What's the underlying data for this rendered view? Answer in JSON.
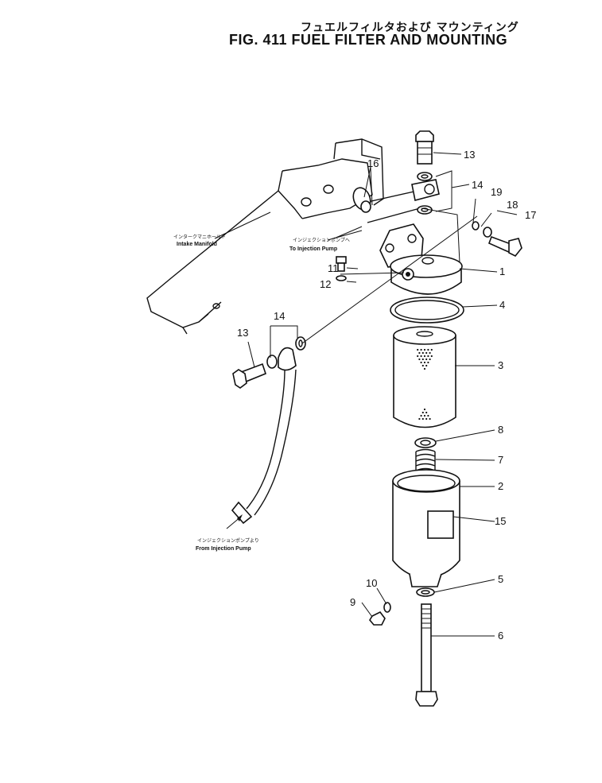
{
  "title": {
    "japanese": "フュエルフィルタおよび マウンティング",
    "english": "FIG. 411  FUEL FILTER AND MOUNTING"
  },
  "notes": {
    "intake_jp": "インタークマニホールド",
    "intake_en": "Intake Manifold",
    "to_pump_jp": "インジェクションポンプへ",
    "to_pump_en": "To Injection Pump",
    "from_pump_jp": "インジェクションポンプより",
    "from_pump_en": "From Injection Pump"
  },
  "callouts": {
    "c1": "1",
    "c2": "2",
    "c3": "3",
    "c4": "4",
    "c5": "5",
    "c6": "6",
    "c7": "7",
    "c8": "8",
    "c9": "9",
    "c10": "10",
    "c11": "11",
    "c12": "12",
    "c13a": "13",
    "c13b": "13",
    "c14a": "14",
    "c14b": "14",
    "c15": "15",
    "c16": "16",
    "c17": "17",
    "c18": "18",
    "c19": "19"
  }
}
